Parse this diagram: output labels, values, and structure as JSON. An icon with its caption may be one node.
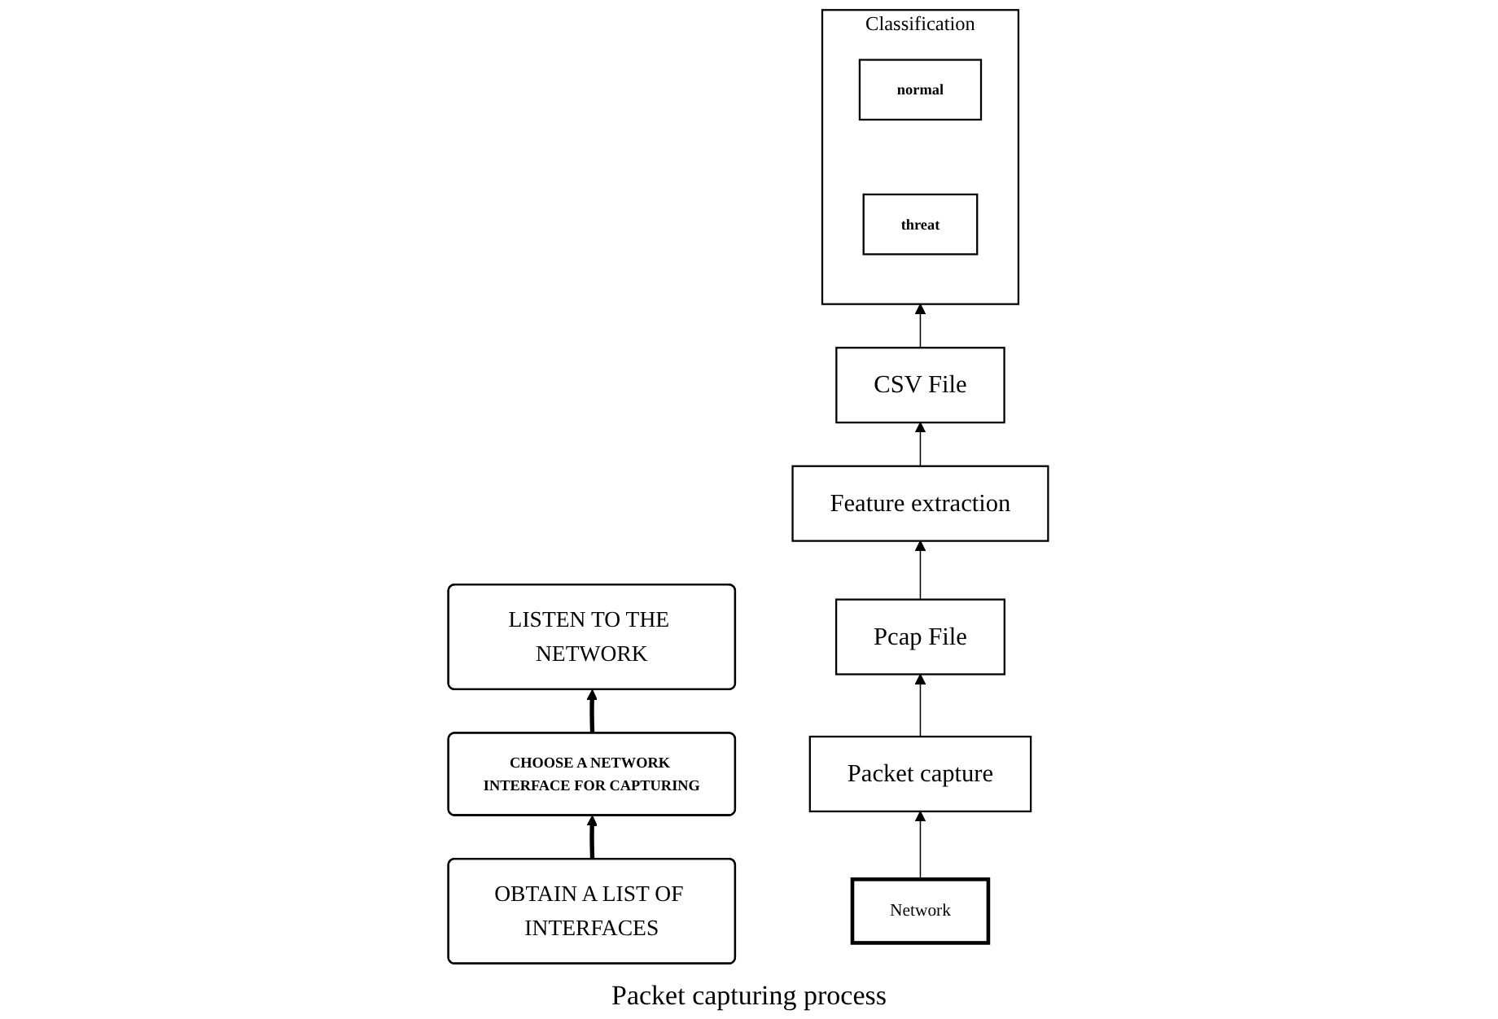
{
  "diagram": {
    "nodes": [
      {
        "text": [
          "LISTEN TO THE NETWORK"
        ]
      },
      {
        "text": [
          "CHOOSE A NETWORK INTERFACE FOR CAPTURING"
        ]
      },
      {
        "text": [
          "OBTAIN A LIST OF INTERFACES"
        ]
      },
      {
        "text": [
          "Classification"
        ]
      },
      {
        "text": [
          "normal"
        ],
        "in": 3
      },
      {
        "text": [
          "threat"
        ],
        "in": 3
      },
      {
        "text": [
          "CSV File"
        ]
      },
      {
        "text": [
          "Feature extraction"
        ]
      },
      {
        "text": [
          "Pcap File"
        ]
      },
      {
        "text": [
          "Packet capture"
        ]
      },
      {
        "text": [
          "Network"
        ]
      }
    ],
    "edges": [
      {
        "from": 2,
        "to": 1,
        "arrow": "to",
        "style": "thick"
      },
      {
        "from": 1,
        "to": 0,
        "arrow": "to",
        "style": "thick"
      },
      {
        "from": 10,
        "to": 9,
        "arrow": "to"
      },
      {
        "from": 9,
        "to": 8,
        "arrow": "to"
      },
      {
        "from": 8,
        "to": 7,
        "arrow": "to"
      },
      {
        "from": 7,
        "to": 6,
        "arrow": "to"
      },
      {
        "from": 6,
        "to": 3,
        "arrow": "to"
      }
    ],
    "labels": [
      "Packet capturing process"
    ]
  }
}
